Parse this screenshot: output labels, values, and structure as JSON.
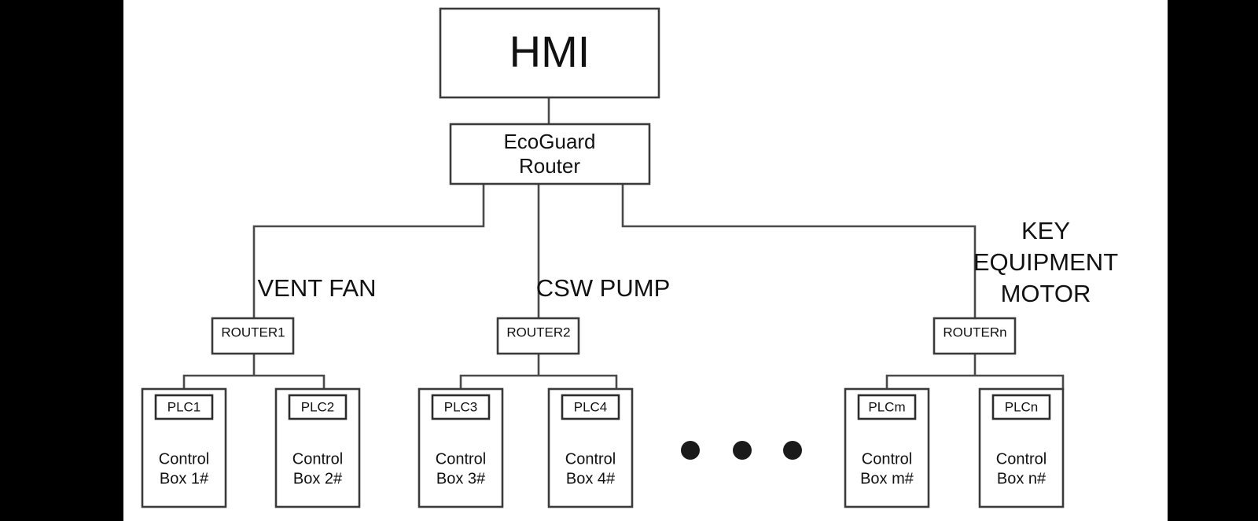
{
  "diagram": {
    "title": "HMI",
    "root": {
      "label": "HMI"
    },
    "gateway": {
      "line1": "EcoGuard",
      "line2": "Router"
    },
    "group_labels": [
      {
        "id": "vent-fan",
        "text": "VENT FAN"
      },
      {
        "id": "csw-pump",
        "text": "CSW PUMP"
      },
      {
        "id": "key-equipment-motor",
        "line1": "KEY",
        "line2": "EQUIPMENT",
        "line3": "MOTOR"
      }
    ],
    "routers": [
      {
        "id": "router1",
        "label": "ROUTER1"
      },
      {
        "id": "router2",
        "label": "ROUTER2"
      },
      {
        "id": "routern",
        "label": "ROUTERn"
      }
    ],
    "control_boxes": [
      {
        "plc": "PLC1",
        "line1": "Control",
        "line2": "Box 1#"
      },
      {
        "plc": "PLC2",
        "line1": "Control",
        "line2": "Box 2#"
      },
      {
        "plc": "PLC3",
        "line1": "Control",
        "line2": "Box 3#"
      },
      {
        "plc": "PLC4",
        "line1": "Control",
        "line2": "Box 4#"
      },
      {
        "plc": "PLCm",
        "line1": "Control",
        "line2": "Box m#"
      },
      {
        "plc": "PLCn",
        "line1": "Control",
        "line2": "Box n#"
      }
    ],
    "ellipsis": {
      "count": 3,
      "meaning": "additional-equipment-groups"
    },
    "colors": {
      "background": "#ffffff",
      "letterbox": "#000000",
      "stroke": "#3a3a3a",
      "text": "#111111",
      "dot": "#1a1a1a"
    }
  }
}
